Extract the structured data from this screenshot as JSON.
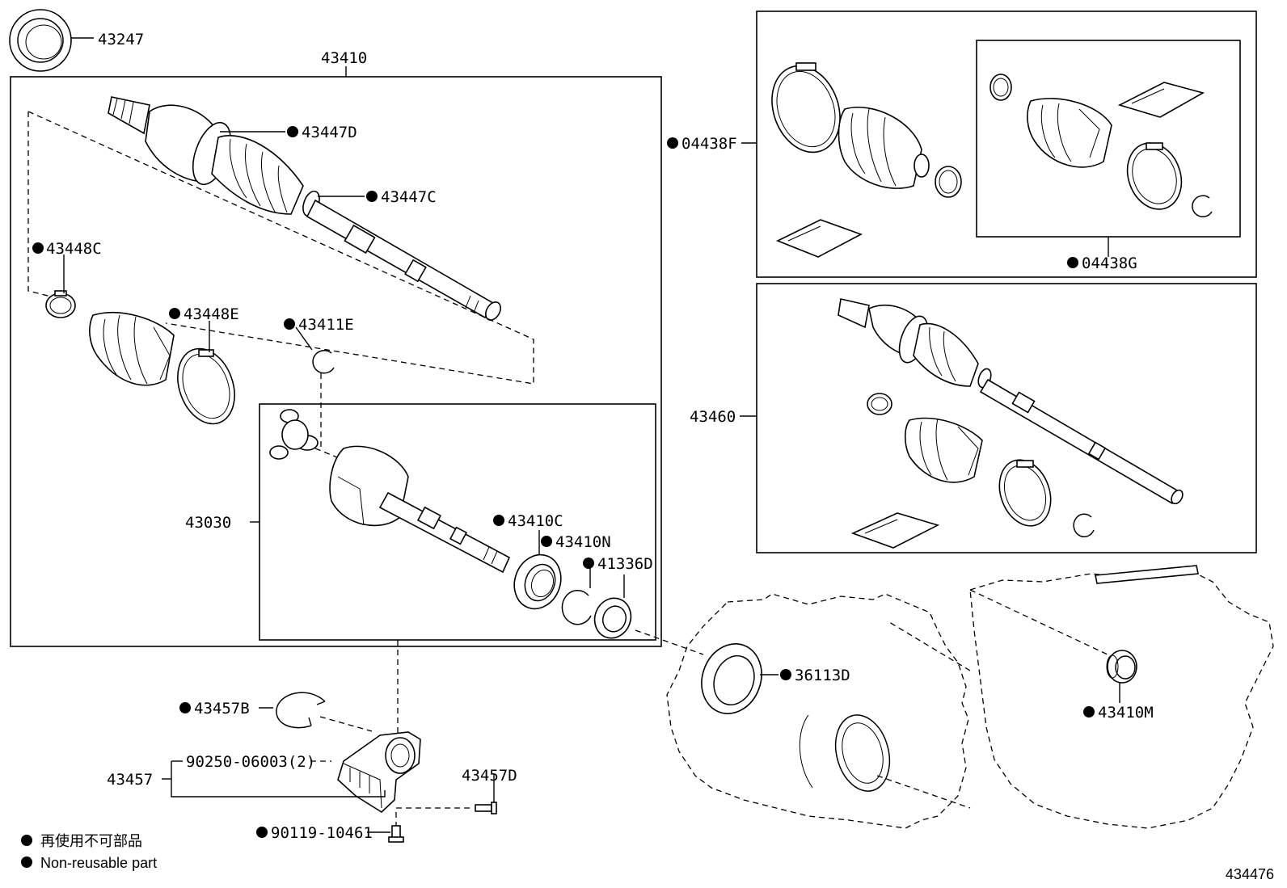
{
  "labels": {
    "p43247": "43247",
    "p43410": "43410",
    "p43447D": "43447D",
    "p43447C": "43447C",
    "p43448C": "43448C",
    "p43448E": "43448E",
    "p43411E": "43411E",
    "p43030": "43030",
    "p43410C": "43410C",
    "p43410N": "43410N",
    "p41336D": "41336D",
    "p04438F": "04438F",
    "p04438G": "04438G",
    "p43460": "43460",
    "p36113D": "36113D",
    "p43410M": "43410M",
    "p43457B": "43457B",
    "p43457": "43457",
    "p90250": "90250-06003(2)",
    "p43457D": "43457D",
    "p90119": "90119-10461"
  },
  "legend": {
    "jp": "再使用不可部品",
    "en": "Non-reusable part"
  },
  "figure_number": "434476"
}
